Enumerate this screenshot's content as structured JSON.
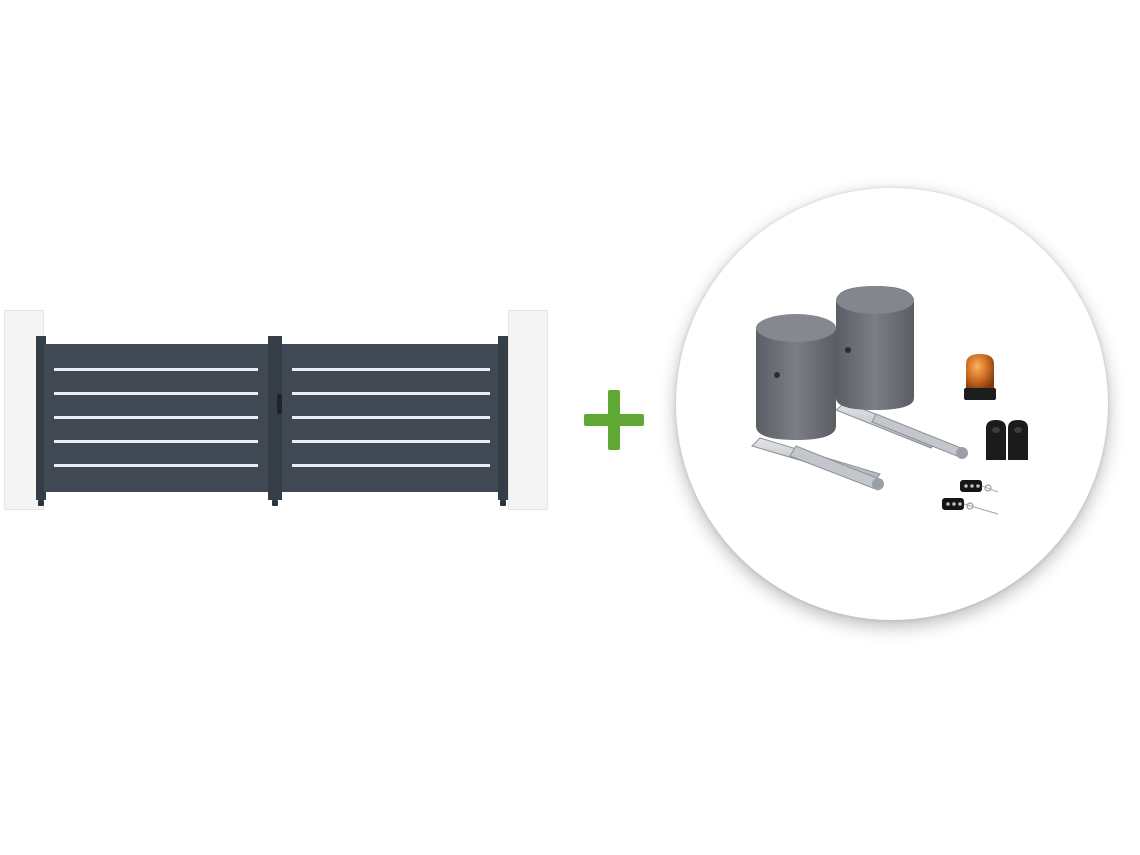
{
  "scene": {
    "gate": {
      "type": "double swing gate",
      "color": "#3f4853",
      "slat_gap_color": "#e9eef2",
      "pillar_color": "#f4f4f4"
    },
    "plus_sign": {
      "icon": "plus-icon",
      "color": "#5fa834"
    },
    "kit": {
      "motor_color": "#6f7379",
      "arm_color": "#c9ccd0",
      "lamp_color": "#c8651e",
      "photocell_color": "#1b1b1b",
      "remote_count": 2,
      "motor_count": 2,
      "photocell_count": 2
    }
  }
}
